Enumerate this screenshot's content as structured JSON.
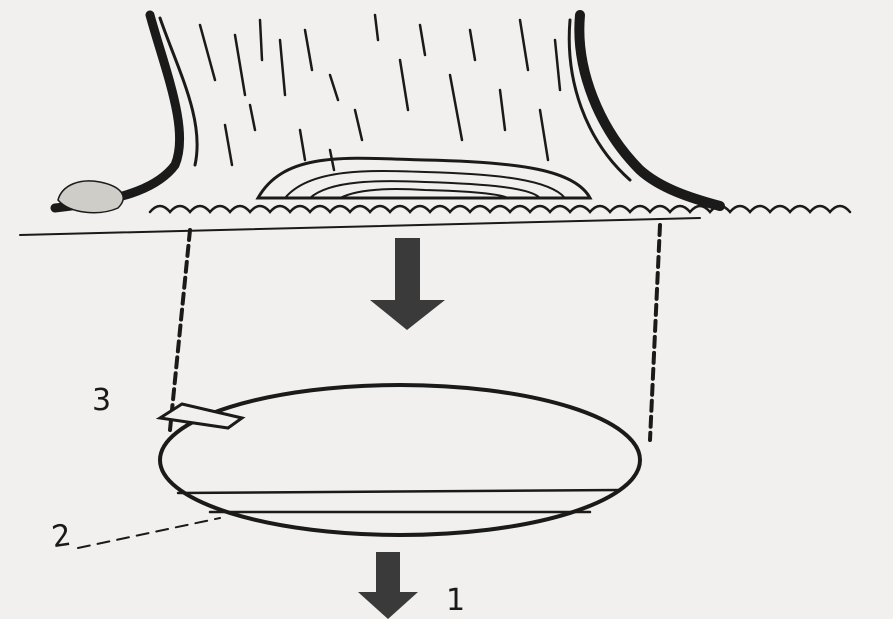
{
  "diagram": {
    "callouts": {
      "label_1": "1",
      "label_2": "2",
      "label_3": "3"
    },
    "colors": {
      "ink": "#1a1a1a",
      "paper": "#f1f0ee"
    },
    "icons": [
      "tree-trunk-icon",
      "cut-stump-icon",
      "down-arrow-icon",
      "log-cross-section-icon",
      "wedge-marker-icon"
    ]
  }
}
